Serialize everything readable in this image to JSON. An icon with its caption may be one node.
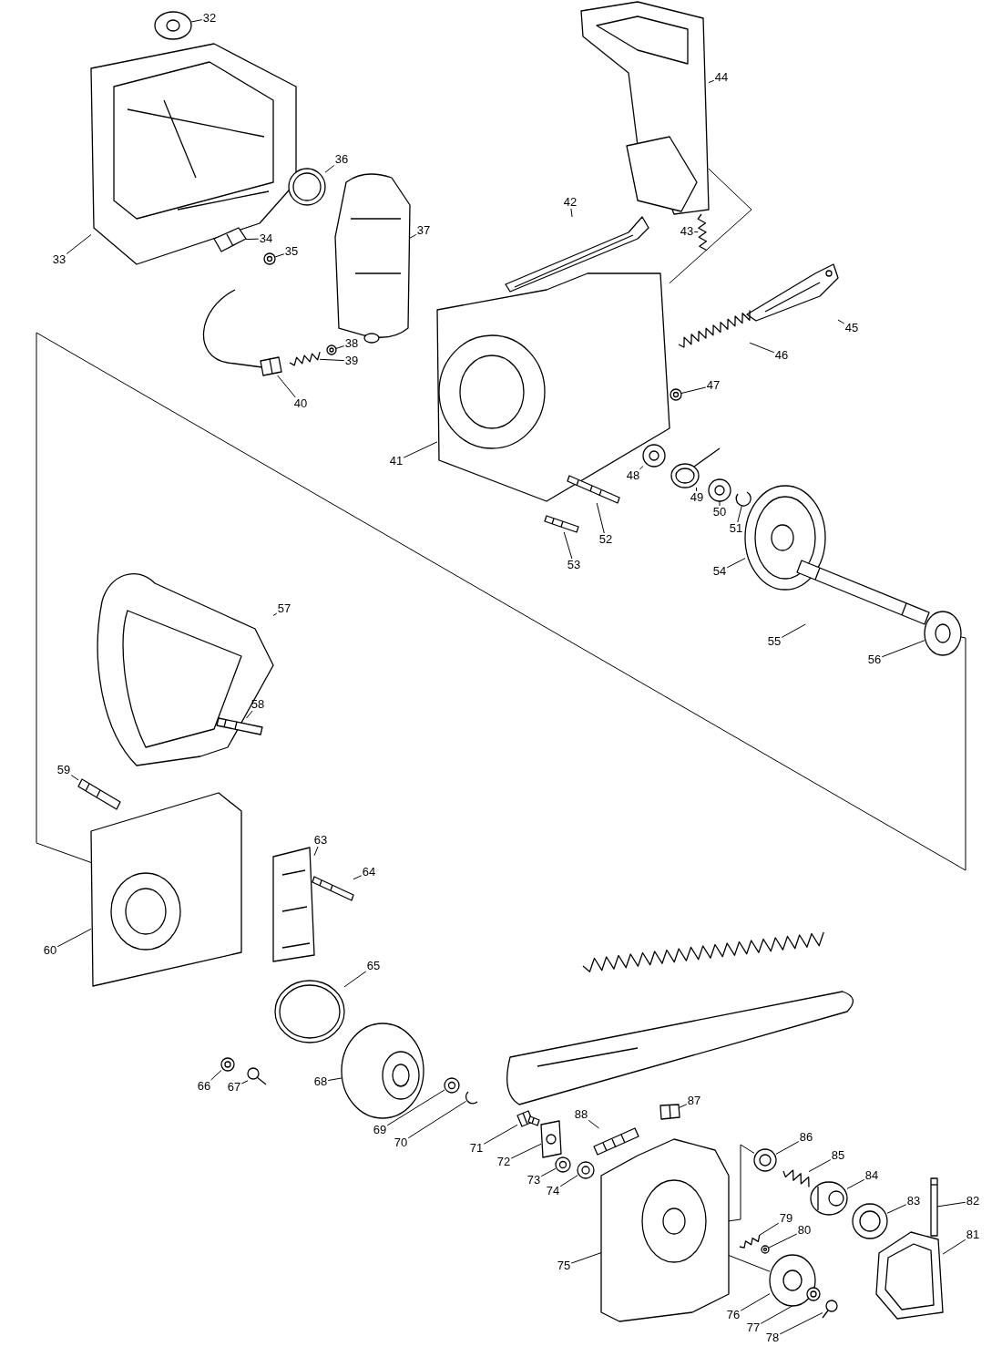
{
  "diagram": {
    "nodes": [
      {
        "text": [
          "32"
        ]
      },
      {
        "text": [
          "33"
        ]
      },
      {
        "text": [
          "34"
        ]
      },
      {
        "text": [
          "35"
        ]
      },
      {
        "text": [
          "36"
        ]
      },
      {
        "text": [
          "37"
        ]
      },
      {
        "text": [
          "38"
        ]
      },
      {
        "text": [
          "39"
        ]
      },
      {
        "text": [
          "40"
        ]
      },
      {
        "text": [
          "41"
        ]
      },
      {
        "text": [
          "42"
        ]
      },
      {
        "text": [
          "43"
        ]
      },
      {
        "text": [
          "44"
        ]
      },
      {
        "text": [
          "45"
        ]
      },
      {
        "text": [
          "46"
        ]
      },
      {
        "text": [
          "47"
        ]
      },
      {
        "text": [
          "48"
        ]
      },
      {
        "text": [
          "49"
        ]
      },
      {
        "text": [
          "50"
        ]
      },
      {
        "text": [
          "51"
        ]
      },
      {
        "text": [
          "52"
        ]
      },
      {
        "text": [
          "53"
        ]
      },
      {
        "text": [
          "54"
        ]
      },
      {
        "text": [
          "55"
        ]
      },
      {
        "text": [
          "56"
        ]
      },
      {
        "text": [
          "57"
        ]
      },
      {
        "text": [
          "58"
        ]
      },
      {
        "text": [
          "59"
        ]
      },
      {
        "text": [
          "60"
        ]
      },
      {
        "text": [
          "63"
        ]
      },
      {
        "text": [
          "64"
        ]
      },
      {
        "text": [
          "65"
        ]
      },
      {
        "text": [
          "66"
        ]
      },
      {
        "text": [
          "67"
        ]
      },
      {
        "text": [
          "68"
        ]
      },
      {
        "text": [
          "69"
        ]
      },
      {
        "text": [
          "70"
        ]
      },
      {
        "text": [
          "71"
        ]
      },
      {
        "text": [
          "72"
        ]
      },
      {
        "text": [
          "73"
        ]
      },
      {
        "text": [
          "74"
        ]
      },
      {
        "text": [
          "75"
        ]
      },
      {
        "text": [
          "76"
        ]
      },
      {
        "text": [
          "77"
        ]
      },
      {
        "text": [
          "78"
        ]
      },
      {
        "text": [
          "79"
        ]
      },
      {
        "text": [
          "80"
        ]
      },
      {
        "text": [
          "81"
        ]
      },
      {
        "text": [
          "82"
        ]
      },
      {
        "text": [
          "83"
        ]
      },
      {
        "text": [
          "84"
        ]
      },
      {
        "text": [
          "85"
        ]
      },
      {
        "text": [
          "86"
        ]
      },
      {
        "text": [
          "87"
        ]
      },
      {
        "text": [
          "88"
        ]
      },
      {
        "text": [],
        "shape": "picture"
      },
      {
        "text": [],
        "shape": "picture"
      },
      {
        "text": [],
        "shape": "picture"
      },
      {
        "text": [],
        "shape": "picture"
      },
      {
        "text": [],
        "shape": "picture"
      },
      {
        "text": [],
        "shape": "picture"
      },
      {
        "text": [],
        "shape": "picture"
      },
      {
        "text": [],
        "shape": "picture"
      },
      {
        "text": [],
        "shape": "picture"
      },
      {
        "text": [],
        "shape": "picture"
      },
      {
        "text": [],
        "shape": "picture"
      },
      {
        "text": [],
        "shape": "picture"
      },
      {
        "text": [],
        "shape": "picture"
      },
      {
        "text": [],
        "shape": "picture"
      },
      {
        "text": [],
        "shape": "picture"
      },
      {
        "text": [],
        "shape": "picture"
      },
      {
        "text": [],
        "shape": "picture"
      },
      {
        "text": [],
        "shape": "picture"
      },
      {
        "text": [],
        "shape": "picture"
      },
      {
        "text": [],
        "shape": "picture"
      },
      {
        "text": [],
        "shape": "picture"
      },
      {
        "text": [],
        "shape": "picture"
      },
      {
        "text": [],
        "shape": "picture"
      },
      {
        "text": [],
        "shape": "picture"
      },
      {
        "text": [],
        "shape": "picture"
      },
      {
        "text": [],
        "shape": "picture"
      },
      {
        "text": [],
        "shape": "picture"
      },
      {
        "text": [],
        "shape": "picture"
      },
      {
        "text": [],
        "shape": "picture"
      },
      {
        "text": [],
        "shape": "picture"
      },
      {
        "text": [],
        "shape": "picture"
      },
      {
        "text": [],
        "shape": "picture"
      },
      {
        "text": [],
        "shape": "picture"
      },
      {
        "text": [],
        "shape": "picture"
      },
      {
        "text": [],
        "shape": "picture"
      },
      {
        "text": [],
        "shape": "picture"
      },
      {
        "text": [],
        "shape": "picture"
      },
      {
        "text": [],
        "shape": "picture"
      },
      {
        "text": [],
        "shape": "picture"
      },
      {
        "text": [],
        "shape": "picture"
      },
      {
        "text": [],
        "shape": "picture"
      },
      {
        "text": [],
        "shape": "picture"
      },
      {
        "text": [],
        "shape": "picture"
      },
      {
        "text": [],
        "shape": "picture"
      },
      {
        "text": [],
        "shape": "picture"
      },
      {
        "text": [],
        "shape": "picture"
      },
      {
        "text": [],
        "shape": "picture"
      },
      {
        "text": [],
        "shape": "picture"
      },
      {
        "text": [],
        "shape": "picture"
      },
      {
        "text": [],
        "shape": "picture"
      },
      {
        "text": [],
        "shape": "picture"
      },
      {
        "text": [],
        "shape": "picture"
      },
      {
        "text": [],
        "shape": "picture"
      },
      {
        "text": [],
        "shape": "picture"
      },
      {
        "text": [],
        "shape": "picture"
      }
    ],
    "edges": [
      {
        "from": 0,
        "to": 55,
        "arrow": "none"
      },
      {
        "from": 1,
        "to": 56,
        "arrow": "none"
      },
      {
        "from": 2,
        "to": 57,
        "arrow": "none"
      },
      {
        "from": 3,
        "to": 58,
        "arrow": "none"
      },
      {
        "from": 4,
        "to": 59,
        "arrow": "none"
      },
      {
        "from": 5,
        "to": 60,
        "arrow": "none"
      },
      {
        "from": 6,
        "to": 61,
        "arrow": "none"
      },
      {
        "from": 7,
        "to": 62,
        "arrow": "none"
      },
      {
        "from": 8,
        "to": 63,
        "arrow": "none"
      },
      {
        "from": 9,
        "to": 64,
        "arrow": "none"
      },
      {
        "from": 10,
        "to": 65,
        "arrow": "none"
      },
      {
        "from": 11,
        "to": 66,
        "arrow": "none"
      },
      {
        "from": 12,
        "to": 67,
        "arrow": "none"
      },
      {
        "from": 13,
        "to": 68,
        "arrow": "none"
      },
      {
        "from": 14,
        "to": 69,
        "arrow": "none"
      },
      {
        "from": 15,
        "to": 70,
        "arrow": "none"
      },
      {
        "from": 16,
        "to": 71,
        "arrow": "none"
      },
      {
        "from": 17,
        "to": 72,
        "arrow": "none"
      },
      {
        "from": 18,
        "to": 73,
        "arrow": "none"
      },
      {
        "from": 19,
        "to": 74,
        "arrow": "none"
      },
      {
        "from": 20,
        "to": 75,
        "arrow": "none"
      },
      {
        "from": 21,
        "to": 76,
        "arrow": "none"
      },
      {
        "from": 22,
        "to": 77,
        "arrow": "none"
      },
      {
        "from": 23,
        "to": 78,
        "arrow": "none"
      },
      {
        "from": 24,
        "to": 79,
        "arrow": "none"
      },
      {
        "from": 25,
        "to": 80,
        "arrow": "none"
      },
      {
        "from": 26,
        "to": 81,
        "arrow": "none"
      },
      {
        "from": 27,
        "to": 82,
        "arrow": "none"
      },
      {
        "from": 28,
        "to": 83,
        "arrow": "none"
      },
      {
        "from": 29,
        "to": 84,
        "arrow": "none"
      },
      {
        "from": 30,
        "to": 85,
        "arrow": "none"
      },
      {
        "from": 31,
        "to": 86,
        "arrow": "none"
      },
      {
        "from": 32,
        "to": 87,
        "arrow": "none"
      },
      {
        "from": 33,
        "to": 88,
        "arrow": "none"
      },
      {
        "from": 34,
        "to": 89,
        "arrow": "none"
      },
      {
        "from": 35,
        "to": 90,
        "arrow": "none"
      },
      {
        "from": 36,
        "to": 91,
        "arrow": "none"
      },
      {
        "from": 37,
        "to": 92,
        "arrow": "none"
      },
      {
        "from": 38,
        "to": 93,
        "arrow": "none"
      },
      {
        "from": 39,
        "to": 94,
        "arrow": "none"
      },
      {
        "from": 40,
        "to": 95,
        "arrow": "none"
      },
      {
        "from": 41,
        "to": 96,
        "arrow": "none"
      },
      {
        "from": 42,
        "to": 97,
        "arrow": "none"
      },
      {
        "from": 43,
        "to": 98,
        "arrow": "none"
      },
      {
        "from": 44,
        "to": 99,
        "arrow": "none"
      },
      {
        "from": 45,
        "to": 100,
        "arrow": "none"
      },
      {
        "from": 46,
        "to": 101,
        "arrow": "none"
      },
      {
        "from": 47,
        "to": 102,
        "arrow": "none"
      },
      {
        "from": 48,
        "to": 103,
        "arrow": "none"
      },
      {
        "from": 49,
        "to": 104,
        "arrow": "none"
      },
      {
        "from": 50,
        "to": 105,
        "arrow": "none"
      },
      {
        "from": 51,
        "to": 106,
        "arrow": "none"
      },
      {
        "from": 52,
        "to": 107,
        "arrow": "none"
      },
      {
        "from": 53,
        "to": 108,
        "arrow": "none"
      },
      {
        "from": 54,
        "to": 109,
        "arrow": "none"
      },
      {
        "from": 79,
        "to": 83,
        "arrow": "none"
      },
      {
        "from": 67,
        "to": 64,
        "arrow": "none"
      },
      {
        "from": 96,
        "to": 97,
        "arrow": "none"
      },
      {
        "from": 107,
        "to": 96,
        "arrow": "none"
      }
    ]
  }
}
